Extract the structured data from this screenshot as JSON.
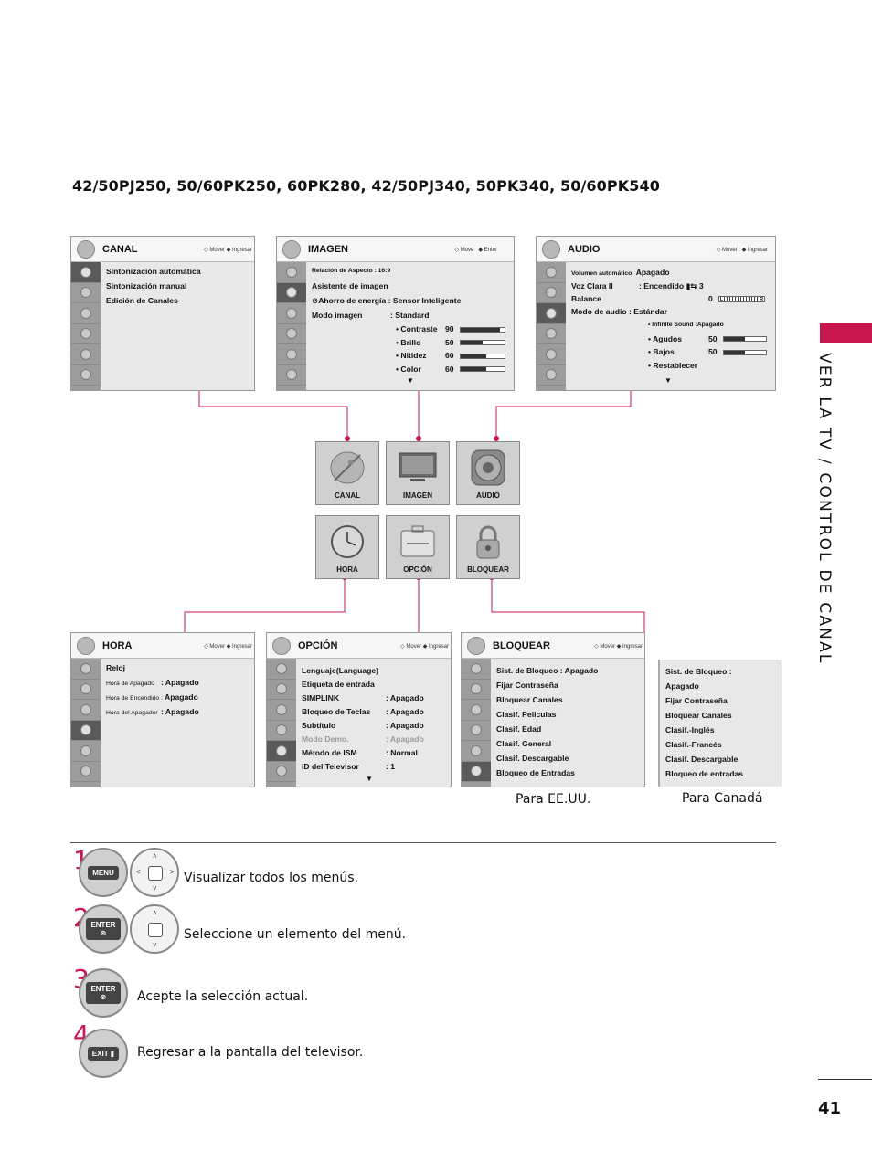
{
  "title": "42/50PJ250, 50/60PK250, 60PK280, 42/50PJ340, 50PK340, 50/60PK540",
  "side_label": "VER LA TV / CONTROL DE CANAL",
  "page_number": "41",
  "panels": {
    "canal": {
      "title": "CANAL",
      "nav_move": "Mover",
      "nav_enter": "Ingresar",
      "items": [
        "Sintonización automática",
        "Sintonización manual",
        "Edición de Canales"
      ]
    },
    "imagen": {
      "title": "IMAGEN",
      "nav_move": "Move",
      "nav_enter": "Enter",
      "aspect": "Relación de Aspecto : 16:9",
      "assistant": "Asistente de imagen",
      "energy": "Ahorro de energía : Sensor Inteligente",
      "mode_label": "Modo imagen",
      "mode_value": ": Standard",
      "contrast_label": "• Contraste",
      "contrast_value": "90",
      "brightness_label": "• Brillo",
      "brightness_value": "50",
      "sharpness_label": "• Nitidez",
      "sharpness_value": "60",
      "color_label": "• Color",
      "color_value": "60",
      "levels": {
        "contrast": 0.9,
        "brightness": 0.5,
        "sharpness": 0.6,
        "color": 0.6
      }
    },
    "audio": {
      "title": "AUDIO",
      "nav_move": "Mover",
      "nav_enter": "Ingresar",
      "auto_volume_label": "Volumen automático:",
      "auto_volume_value": "Apagado",
      "clear_voice_label": "Voz Clara II",
      "clear_voice_value": ": Encendido",
      "clear_voice_level": "3",
      "balance_label": "Balance",
      "balance_value": "0",
      "balance_l": "L",
      "balance_r": "R",
      "audio_mode": "Modo de audio : Estándar",
      "infinite_sound": "• Infinite Sound :Apagado",
      "treble_label": "• Agudos",
      "treble_value": "50",
      "bass_label": "• Bajos",
      "bass_value": "50",
      "reset": "• Restablecer",
      "levels": {
        "treble": 0.5,
        "bass": 0.5
      }
    },
    "hora": {
      "title": "HORA",
      "nav_move": "Mover",
      "nav_enter": "Ingresar",
      "clock": "Reloj",
      "rows": [
        {
          "label": "Hora de Apagado",
          "value": ": Apagado"
        },
        {
          "label": "Hora de Encendido :",
          "value": "Apagado"
        },
        {
          "label": "Hora del Apagador",
          "value": ": Apagado"
        }
      ]
    },
    "opcion": {
      "title": "OPCIÓN",
      "nav_move": "Mover",
      "nav_enter": "Ingresar",
      "rows": [
        {
          "label": "Lenguaje(Language)",
          "value": ""
        },
        {
          "label": "Etiqueta de entrada",
          "value": ""
        },
        {
          "label": "SIMPLINK",
          "value": ": Apagado"
        },
        {
          "label": "Bloqueo de Teclas",
          "value": ": Apagado"
        },
        {
          "label": "Subtítulo",
          "value": ": Apagado"
        },
        {
          "label": "Modo Demo.",
          "value": ": Apagado"
        },
        {
          "label": "Método de ISM",
          "value": ": Normal"
        },
        {
          "label": "ID del Televisor",
          "value": ": 1"
        }
      ]
    },
    "bloquear": {
      "title": "BLOQUEAR",
      "nav_move": "Mover",
      "nav_enter": "Ingresar",
      "items": [
        "Sist. de Bloqueo : Apagado",
        "Fijar Contraseña",
        "Bloquear Canales",
        "Clasif. Peliculas",
        "Clasif. Edad",
        "Clasif. General",
        "Clasif. Descargable",
        "Bloqueo de Entradas"
      ]
    },
    "canada": {
      "items": [
        "Sist. de Bloqueo        :",
        "Apagado",
        "Fijar Contraseña",
        "Bloquear Canales",
        "Clasif.-Inglés",
        "Clasif.-Francés",
        "Clasif. Descargable",
        "Bloqueo de entradas"
      ]
    }
  },
  "tiles": {
    "canal": "CANAL",
    "imagen": "IMAGEN",
    "audio": "AUDIO",
    "hora": "HORA",
    "opcion": "OPCIÓN",
    "bloquear": "BLOQUEAR"
  },
  "para_usa": "Para EE.UU.",
  "para_canada": "Para Canadá",
  "steps": [
    {
      "num": "1",
      "button": "MENU",
      "text": "Visualizar todos los menús."
    },
    {
      "num": "2",
      "button": "ENTER",
      "text": "Seleccione un elemento del menú."
    },
    {
      "num": "3",
      "button": "ENTER",
      "text": "Acepte la selección actual."
    },
    {
      "num": "4",
      "button": "EXIT",
      "text": "Regresar a la pantalla del televisor."
    }
  ],
  "colors": {
    "accent": "#c8174f",
    "panel_bg": "#e8e8e8",
    "icon_column": "#9c9c9c"
  }
}
